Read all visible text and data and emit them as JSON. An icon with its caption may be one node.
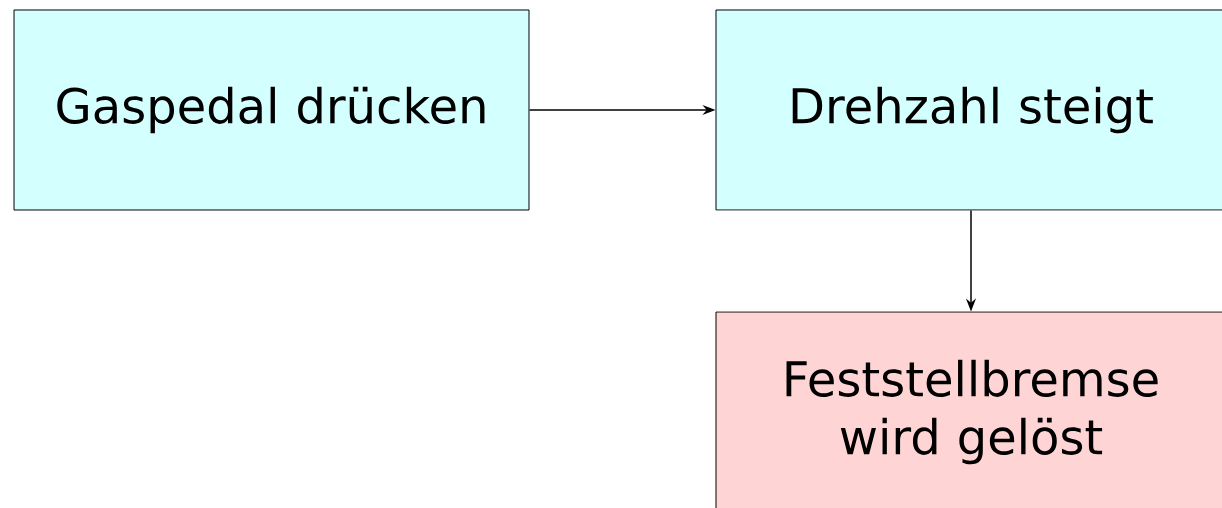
{
  "diagram": {
    "nodes": [
      {
        "text": [
          "Gaspedal drücken"
        ]
      },
      {
        "text": [
          "Drehzahl steigt"
        ]
      },
      {
        "text": [
          "Feststellbremse wird gelöst"
        ]
      }
    ],
    "edges": [
      {
        "from": 0,
        "to": 1,
        "arrow": "to"
      },
      {
        "from": 1,
        "to": 2,
        "arrow": "to"
      }
    ]
  }
}
